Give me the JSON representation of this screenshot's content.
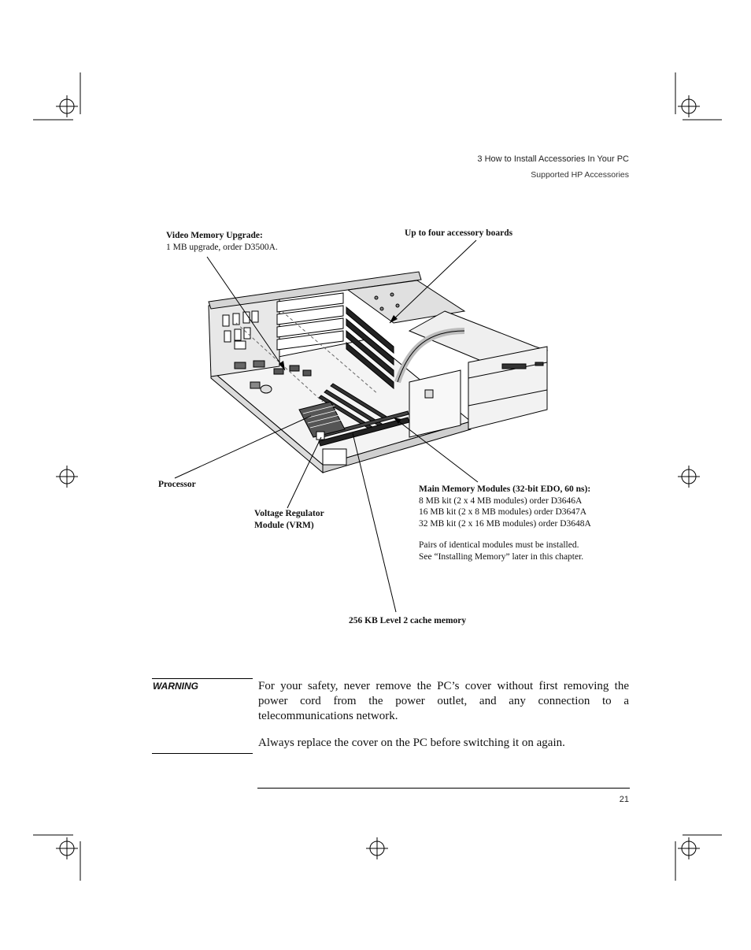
{
  "header": {
    "chapter": "3   How to Install Accessories In Your PC",
    "section": "Supported HP Accessories"
  },
  "figure": {
    "video_memory": {
      "title": "Video Memory Upgrade:",
      "detail": "1 MB upgrade, order D3500A."
    },
    "accessory_boards": "Up to four accessory boards",
    "processor": "Processor",
    "vrm": {
      "line1": "Voltage Regulator",
      "line2": "Module (VRM)"
    },
    "main_memory": {
      "title": "Main Memory Modules (32-bit EDO, 60 ns):",
      "kits": [
        "8 MB kit (2 x 4 MB modules) order D3646A",
        "16 MB kit (2 x 8 MB modules) order D3647A",
        "32 MB kit (2 x 16 MB modules) order D3648A"
      ],
      "note1": "Pairs of identical modules must be installed.",
      "note2": "See “Installing Memory” later in this chapter."
    },
    "cache": "256 KB Level 2 cache memory"
  },
  "warning": {
    "label": "WARNING",
    "para1": "For your safety, never remove the PC’s cover without first removing the power cord from the power outlet, and any connection to a telecommunications network.",
    "para2": "Always replace the cover on the PC before switching it on again."
  },
  "footer": {
    "page_number": "21"
  }
}
